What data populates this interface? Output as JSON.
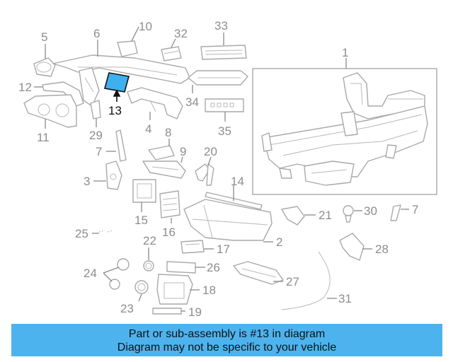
{
  "callouts": {
    "c1": "1",
    "c2": "2",
    "c3": "3",
    "c4": "4",
    "c5": "5",
    "c6": "6",
    "c7a": "7",
    "c7b": "7",
    "c8": "8",
    "c9": "9",
    "c10": "10",
    "c11": "11",
    "c12": "12",
    "c13": "13",
    "c14": "14",
    "c15": "15",
    "c16": "16",
    "c17": "17",
    "c18": "18",
    "c19": "19",
    "c20": "20",
    "c21": "21",
    "c22": "22",
    "c23": "23",
    "c24": "24",
    "c25": "25",
    "c26": "26",
    "c27": "27",
    "c28": "28",
    "c29": "29",
    "c30": "30",
    "c31": "31",
    "c32": "32",
    "c33": "33",
    "c34": "34",
    "c35": "35"
  },
  "highlight": {
    "part_number": "13",
    "color": "#3fb0ef"
  },
  "banner": {
    "line1": "Part or sub-assembly is #13 in diagram",
    "line2": "Diagram may not be specific to your vehicle",
    "background": "#4db3ee"
  }
}
